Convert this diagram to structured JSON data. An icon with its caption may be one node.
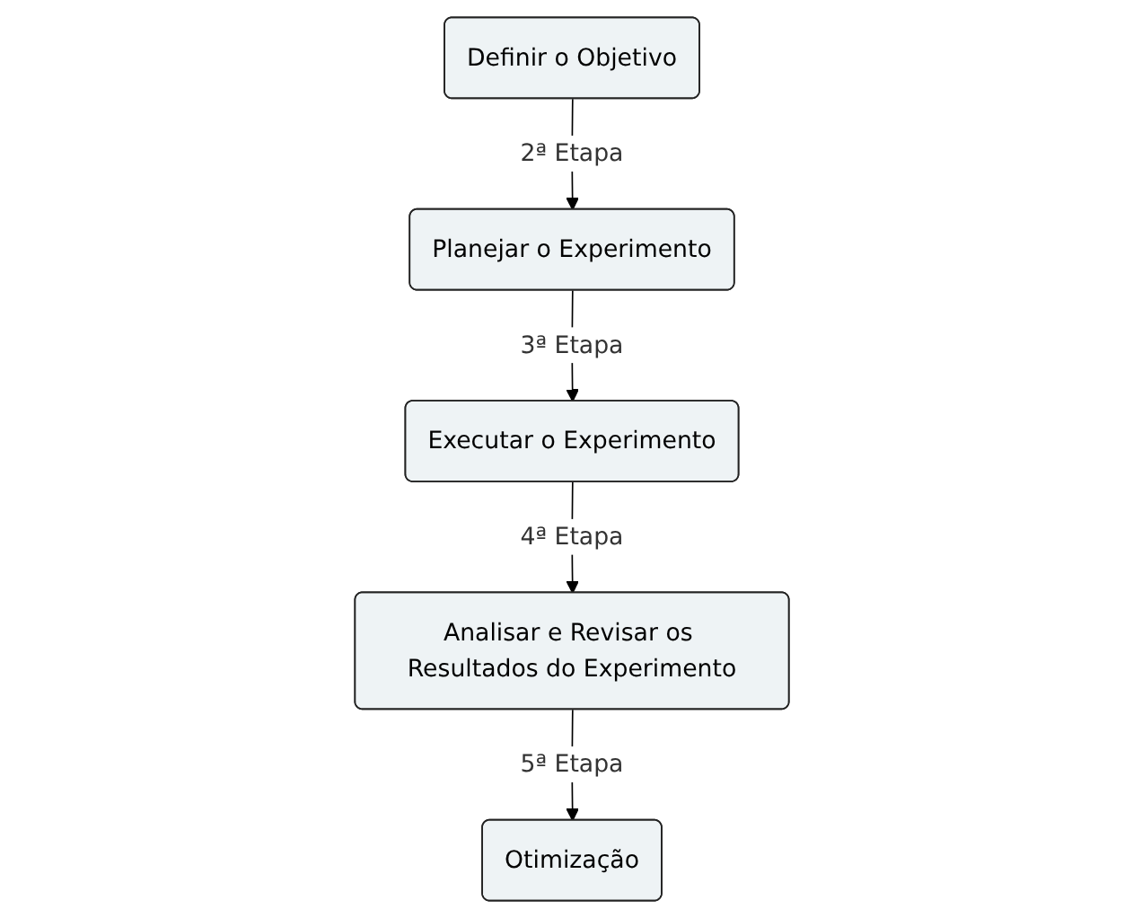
{
  "diagram": {
    "nodes": [
      {
        "text": [
          "Definir o Objetivo"
        ]
      },
      {
        "text": [
          "Planejar o Experimento"
        ]
      },
      {
        "text": [
          "Executar o Experimento"
        ]
      },
      {
        "text": [
          "Analisar e Revisar os Resultados do Experimento"
        ]
      },
      {
        "text": [
          "Otimização"
        ]
      }
    ],
    "edges": [
      {
        "from": 0,
        "to": 1,
        "arrow": "to",
        "label": "2ª Etapa"
      },
      {
        "from": 1,
        "to": 2,
        "arrow": "to",
        "label": "3ª Etapa"
      },
      {
        "from": 2,
        "to": 3,
        "arrow": "to",
        "label": "4ª Etapa"
      },
      {
        "from": 3,
        "to": 4,
        "arrow": "to",
        "label": "5ª Etapa"
      }
    ]
  }
}
